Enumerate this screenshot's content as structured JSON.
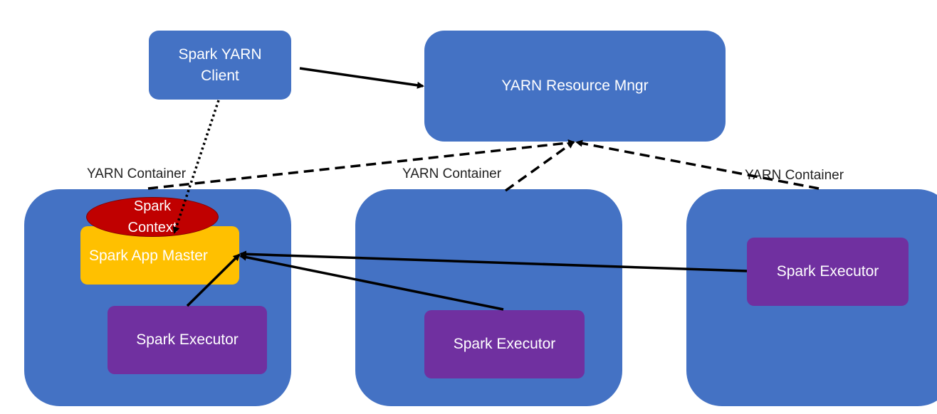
{
  "nodes": {
    "client": "Spark YARN\nClient",
    "resource_manager": "YARN Resource Mngr",
    "spark_context": "Spark\nContext",
    "app_master": "Spark App Master",
    "executor_1": "Spark Executor",
    "executor_2": "Spark Executor",
    "executor_3": "Spark Executor"
  },
  "containers": [
    {
      "label": "YARN Container"
    },
    {
      "label": "YARN Container"
    },
    {
      "label": "YARN Container"
    }
  ],
  "colors": {
    "container_blue": "#4472c4",
    "executor_purple": "#7030a0",
    "app_master_yellow": "#ffc000",
    "spark_context_red": "#c00000",
    "arrow_black": "#000000"
  }
}
